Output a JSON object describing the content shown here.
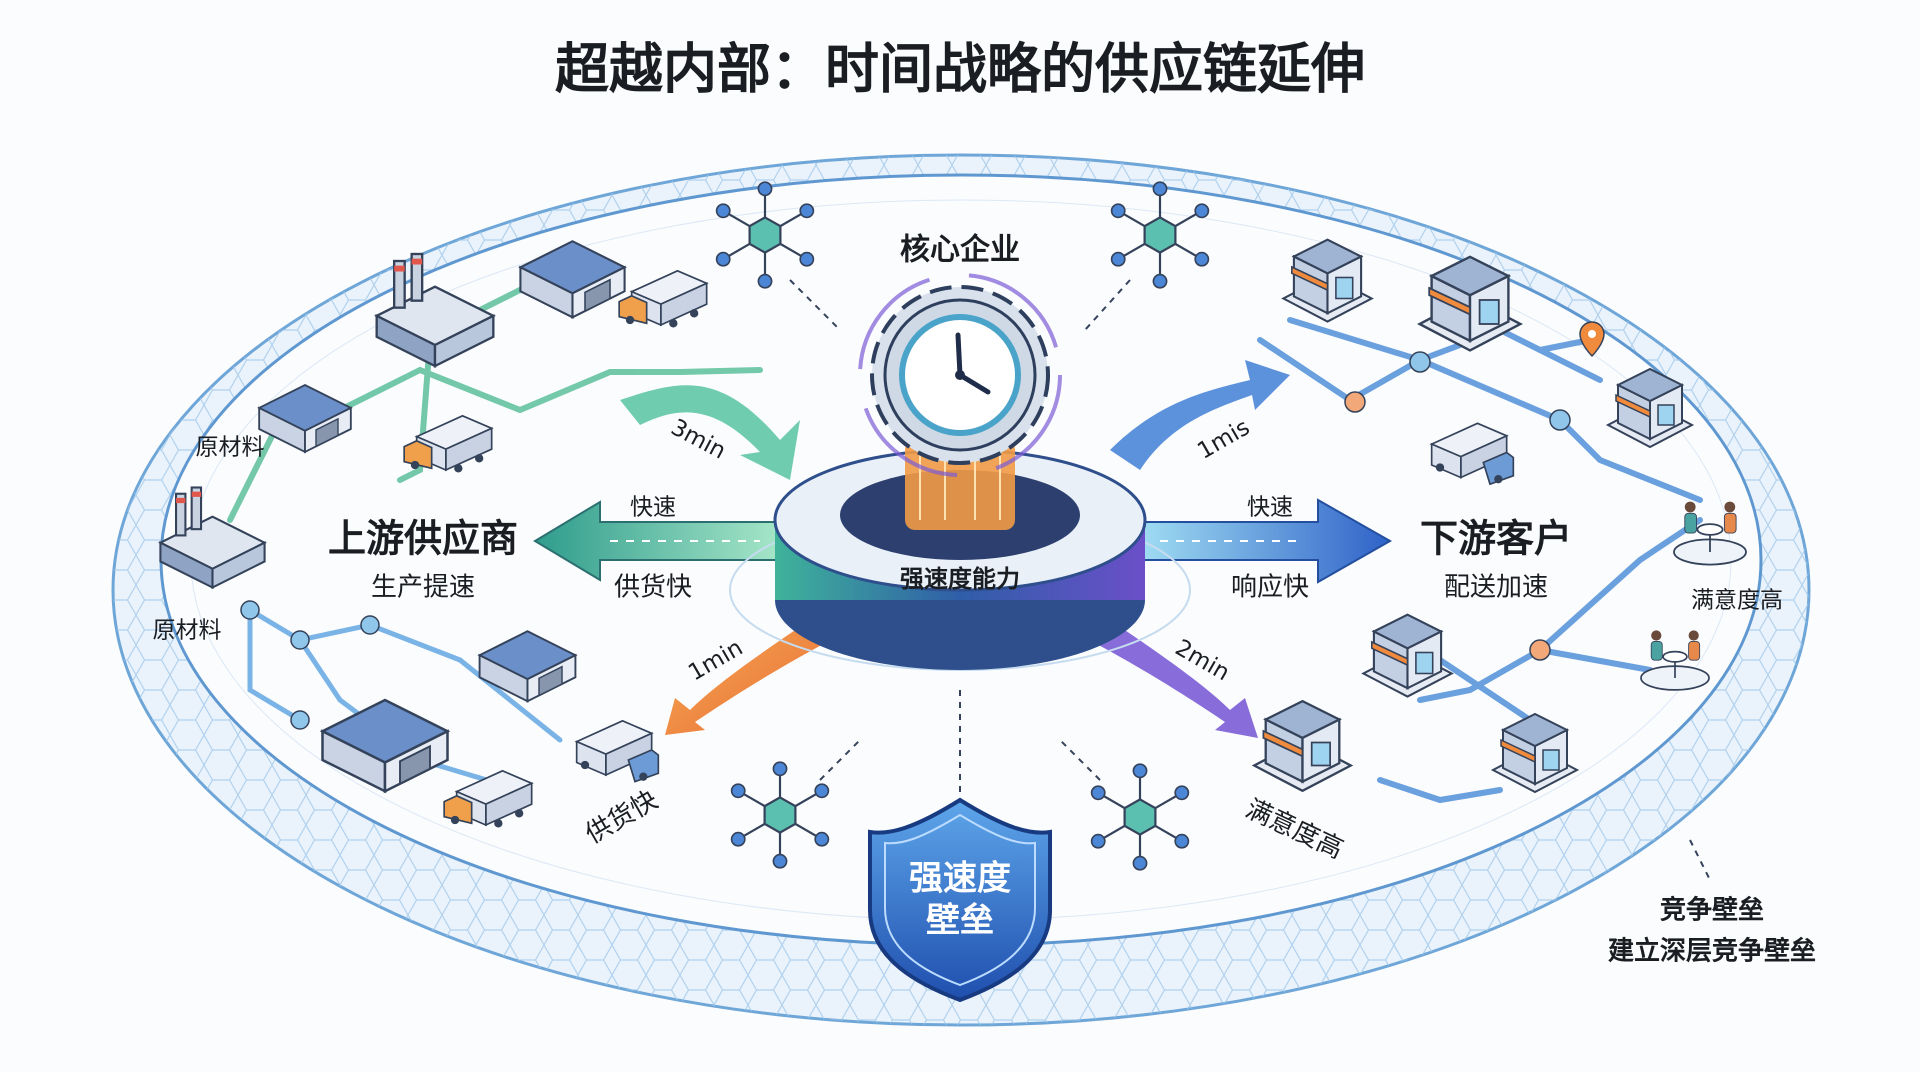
{
  "title": "超越内部：时间战略的供应链延伸",
  "core": {
    "label": "核心企业",
    "capability": "强速度能力"
  },
  "upstream": {
    "title": "上游供应商",
    "subtitle": "生产提速",
    "raw_material_1": "原材料",
    "raw_material_2": "原材料",
    "arrow_top": "快速",
    "arrow_bottom": "供货快",
    "time_in": "3min",
    "time_out": "1min",
    "supply_fast": "供货快"
  },
  "downstream": {
    "title": "下游客户",
    "subtitle": "配送加速",
    "arrow_top": "快速",
    "arrow_bottom": "响应快",
    "time_in": "1mis",
    "time_out": "2min",
    "satisfaction_1": "满意度高",
    "satisfaction_2": "满意度高"
  },
  "shield": {
    "line1": "强速度",
    "line2": "壁垒"
  },
  "barrier": {
    "title": "竞争壁垒",
    "subtitle": "建立深层竞争壁垒"
  },
  "colors": {
    "upstream_green": "#3fb39a",
    "downstream_blue": "#3a6fd0",
    "accent_orange": "#f08a3c",
    "accent_purple": "#7b5cd6",
    "ring_blue": "#7fb3e0"
  }
}
